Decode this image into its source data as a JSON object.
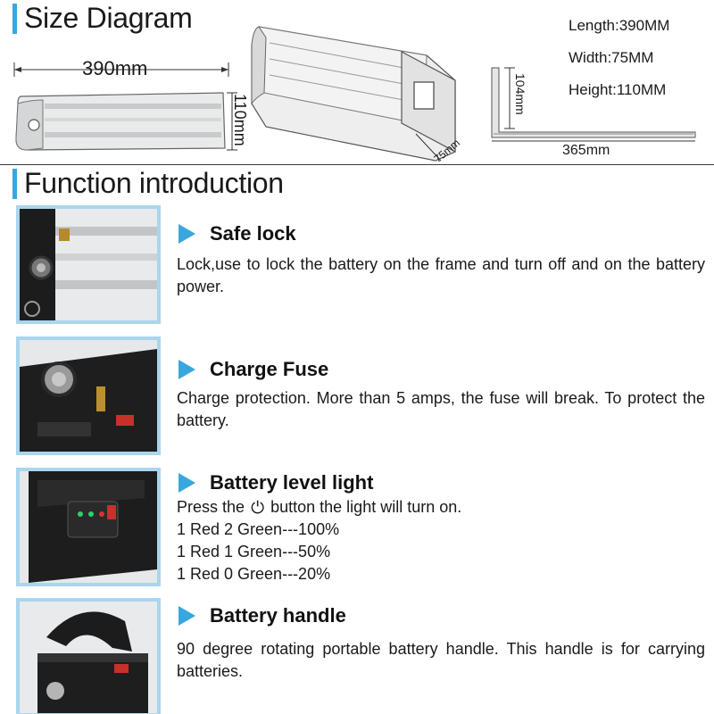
{
  "sections": {
    "size_title": "Size Diagram",
    "function_title": "Function introduction"
  },
  "dimensions": {
    "length_label": "390mm",
    "height_label": "110mm",
    "width_label": "75mm",
    "mount_length_label": "365mm",
    "mount_height_label": "104mm"
  },
  "specs": {
    "length": "Length:390MM",
    "width": "Width:75MM",
    "height": "Height:110MM"
  },
  "features": [
    {
      "name": "Safe lock",
      "description": "Lock,use to lock the battery on the frame and turn off and on the battery power."
    },
    {
      "name": "Charge Fuse",
      "description": "Charge protection. More than 5 amps, the fuse will break. To protect the battery."
    },
    {
      "name": "Battery level light",
      "press_before": "Press the",
      "press_after": "button the light will turn on.",
      "levels": [
        "1 Red 2 Green---100%",
        "1 Red 1 Green---50%",
        "1 Red 0 Green---20%"
      ]
    },
    {
      "name": "Battery handle",
      "description": "90 degree rotating portable battery handle. This handle is for carrying batteries."
    }
  ],
  "icons": {
    "arrow": "triangle-right-icon",
    "power": "power-icon"
  },
  "colors": {
    "accent": "#3aa7dc",
    "thumb_border": "#a9d6ee"
  }
}
